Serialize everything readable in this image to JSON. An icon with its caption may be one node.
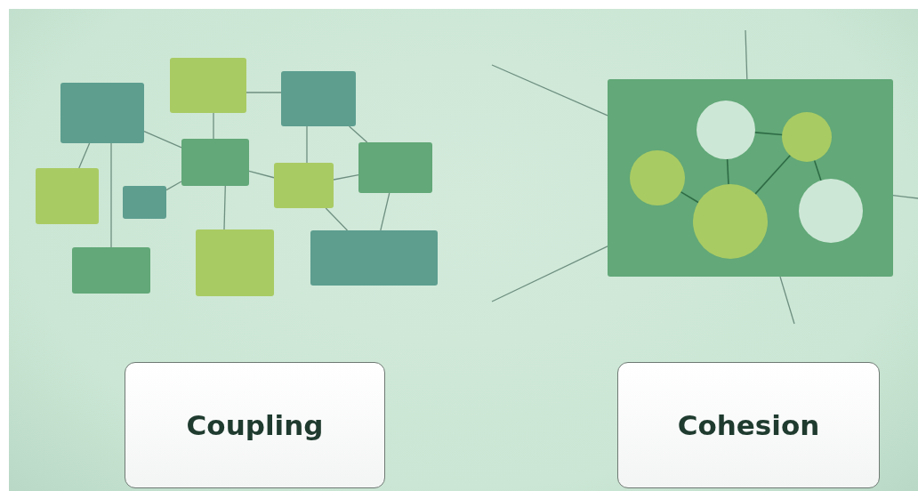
{
  "diagram": {
    "nodes": [
      {
        "text": [],
        "shape": "box"
      },
      {
        "text": [],
        "shape": "box"
      },
      {
        "text": [],
        "shape": "box"
      },
      {
        "text": [],
        "shape": "box"
      },
      {
        "text": [],
        "shape": "box"
      },
      {
        "text": [],
        "shape": "box"
      },
      {
        "text": [],
        "shape": "box"
      },
      {
        "text": [],
        "shape": "box"
      },
      {
        "text": [],
        "shape": "box"
      },
      {
        "text": [],
        "shape": "box"
      },
      {
        "text": [],
        "shape": "box"
      },
      {
        "text": [],
        "shape": "box"
      },
      {
        "text": [],
        "shape": "circle",
        "in": 11
      },
      {
        "text": [],
        "shape": "circle",
        "in": 11
      },
      {
        "text": [],
        "shape": "circle",
        "in": 11
      },
      {
        "text": [],
        "shape": "circle",
        "in": 11
      },
      {
        "text": [],
        "shape": "circle",
        "in": 11
      },
      {
        "text": [
          "Coupling"
        ]
      },
      {
        "text": [
          "Cohesion"
        ]
      }
    ],
    "edges": [
      {
        "from": 0,
        "to": 3,
        "arrow": "none"
      },
      {
        "from": 0,
        "to": 4,
        "arrow": "none"
      },
      {
        "from": 0,
        "to": 8,
        "arrow": "none"
      },
      {
        "from": 1,
        "to": 2,
        "arrow": "none"
      },
      {
        "from": 1,
        "to": 3,
        "arrow": "none"
      },
      {
        "from": 5,
        "to": 3,
        "arrow": "none"
      },
      {
        "from": 3,
        "to": 6,
        "arrow": "none"
      },
      {
        "from": 3,
        "to": 9,
        "arrow": "none"
      },
      {
        "from": 2,
        "to": 6,
        "arrow": "none"
      },
      {
        "from": 2,
        "to": 7,
        "arrow": "none"
      },
      {
        "from": 6,
        "to": 7,
        "arrow": "none"
      },
      {
        "from": 6,
        "to": 10,
        "arrow": "none"
      },
      {
        "from": 7,
        "to": 10,
        "arrow": "none"
      },
      {
        "from": null,
        "to": 11,
        "arrow": "none"
      },
      {
        "from": null,
        "to": 11,
        "arrow": "none"
      },
      {
        "from": null,
        "to": 11,
        "arrow": "none"
      },
      {
        "from": null,
        "to": 11,
        "arrow": "none"
      },
      {
        "from": null,
        "to": 11,
        "arrow": "none"
      },
      {
        "from": 12,
        "to": 13,
        "arrow": "none",
        "color": "#2e6b45"
      },
      {
        "from": 12,
        "to": 15,
        "arrow": "none",
        "color": "#2e6b45"
      },
      {
        "from": 14,
        "to": 15,
        "arrow": "none",
        "color": "#2e6b45"
      },
      {
        "from": 15,
        "to": 13,
        "arrow": "none",
        "color": "#2e6b45"
      },
      {
        "from": 13,
        "to": 16,
        "arrow": "none",
        "color": "#2e6b45"
      }
    ]
  }
}
